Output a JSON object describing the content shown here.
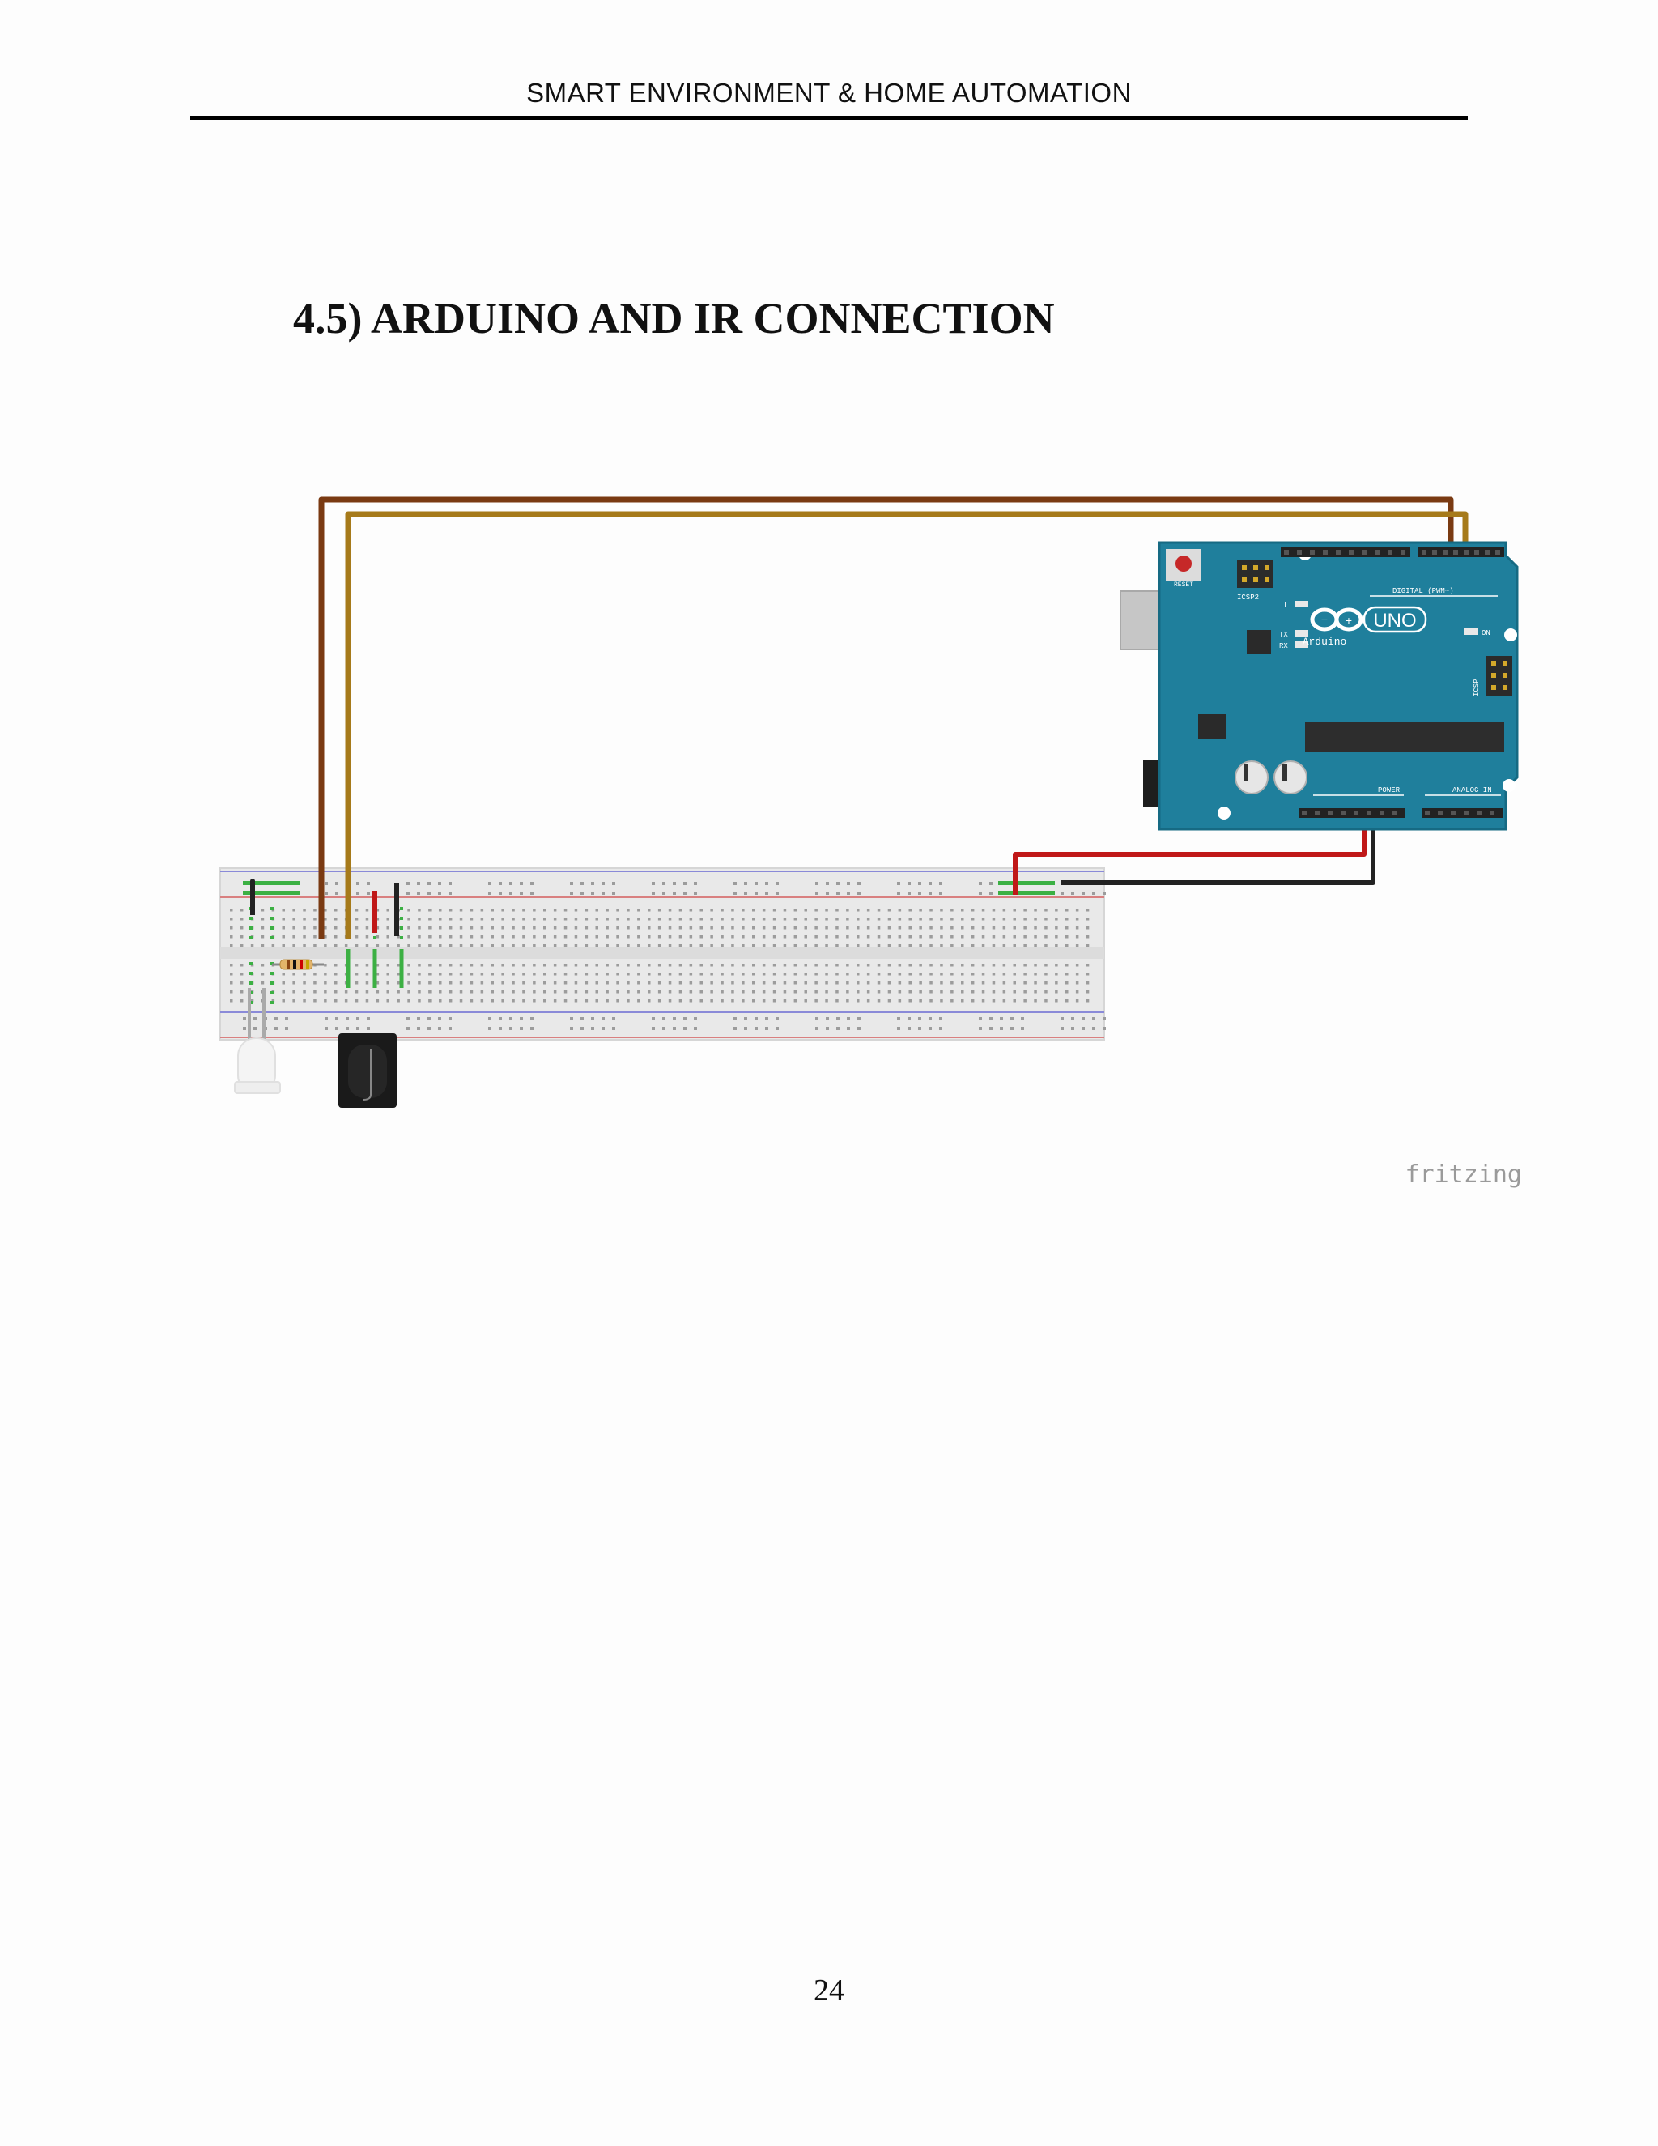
{
  "header": {
    "text": "SMART ENVIRONMENT & HOME AUTOMATION"
  },
  "section": {
    "title": "4.5) ARDUINO AND IR CONNECTION"
  },
  "figure": {
    "watermark": "fritzing",
    "board": {
      "reset_label": "RESET",
      "icsp2_label": "ICSP2",
      "digital_label": "DIGITAL (PWM~)",
      "logo_text": "UNO",
      "brand_text": "Arduino",
      "on_label": "ON",
      "led_labels": [
        "L",
        "TX",
        "RX"
      ],
      "power_label": "POWER",
      "analog_label": "ANALOG IN",
      "icsp_label": "ICSP"
    }
  },
  "footer": {
    "page_number": "24"
  }
}
